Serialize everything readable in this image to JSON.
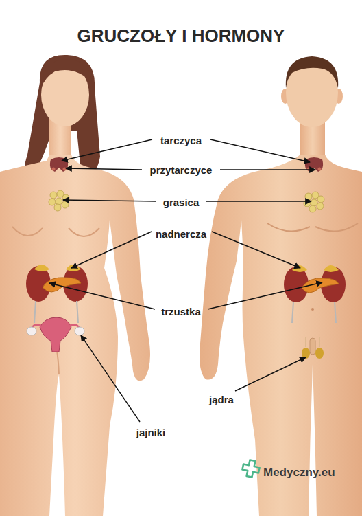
{
  "diagram": {
    "title": "GRUCZOŁY I HORMONY",
    "labels": [
      "tarczyca",
      "przytarczyce",
      "grasica",
      "nadnercza",
      "trzustka",
      "jajniki",
      "jądra",
      "Medyczny.eu"
    ]
  }
}
